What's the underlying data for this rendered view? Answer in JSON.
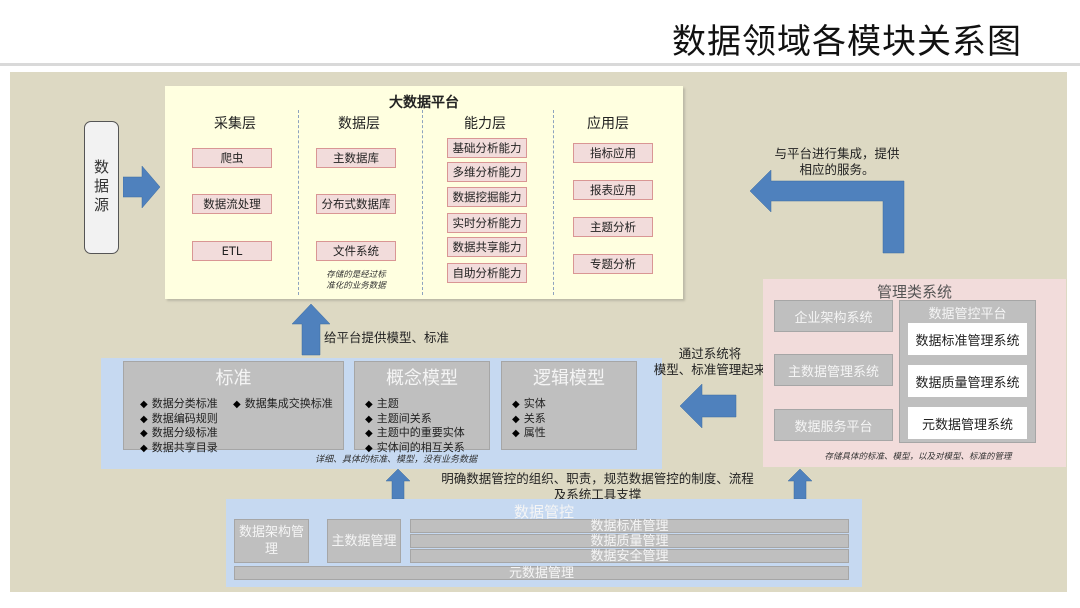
{
  "page": {
    "title": "数据领域各模块关系图"
  },
  "colors": {
    "canvas_bg": "#ddd9c3",
    "platform_bg": "#ffffe0",
    "pink_box": "#f2dcdb",
    "blue_band": "#c6d9f1",
    "gray_box": "#bfbfbf",
    "arrow_blue": "#4f81bd"
  },
  "data_source": {
    "label": "数据源"
  },
  "platform": {
    "title": "大数据平台",
    "columns": [
      {
        "header": "采集层",
        "items": [
          "爬虫",
          "数据流处理",
          "ETL"
        ]
      },
      {
        "header": "数据层",
        "items": [
          "主数据库",
          "分布式数据库",
          "文件系统"
        ],
        "note": [
          "存储的是经过标",
          "准化的业务数据"
        ]
      },
      {
        "header": "能力层",
        "items": [
          "基础分析能力",
          "多维分析能力",
          "数据挖掘能力",
          "实时分析能力",
          "数据共享能力",
          "自助分析能力"
        ]
      },
      {
        "header": "应用层",
        "items": [
          "指标应用",
          "报表应用",
          "主题分析",
          "专题分析"
        ]
      }
    ]
  },
  "annotations": {
    "integrate": [
      "与平台进行集成，提供",
      "相应的服务。"
    ],
    "provide_models": "给平台提供模型、标准",
    "manage_via_systems": [
      "通过系统将",
      "模型、标准管理起来"
    ],
    "governance_support": [
      "明确数据管控的组织、职责，规范数据管控的制度、流程",
      "及系统工具支撑"
    ]
  },
  "standards_band": {
    "boxes": [
      {
        "title": "标准",
        "items_left": [
          "数据分类标准",
          "数据编码规则",
          "数据分级标准",
          "数据共享目录"
        ],
        "items_right": [
          "数据集成交换标准"
        ]
      },
      {
        "title": "概念模型",
        "items": [
          "主题",
          "主题间关系",
          "主题中的重要实体",
          "实体间的相互关系"
        ]
      },
      {
        "title": "逻辑模型",
        "items": [
          "实体",
          "关系",
          "属性"
        ]
      }
    ],
    "note": "详细、具体的标准、模型，没有业务数据"
  },
  "management": {
    "title": "管理类系统",
    "left_items": [
      "企业架构系统",
      "主数据管理系统",
      "数据服务平台"
    ],
    "control_platform": {
      "title": "数据管控平台",
      "items": [
        "数据标准管理系统",
        "数据质量管理系统",
        "元数据管理系统"
      ]
    },
    "note": "存储具体的标准、模型，以及对模型、标准的管理"
  },
  "governance": {
    "title": "数据管控",
    "cells": {
      "architecture": "数据架构管理",
      "master_data": "主数据管理",
      "standards": "数据标准管理",
      "quality": "数据质量管理",
      "security": "数据安全管理",
      "metadata": "元数据管理"
    }
  }
}
